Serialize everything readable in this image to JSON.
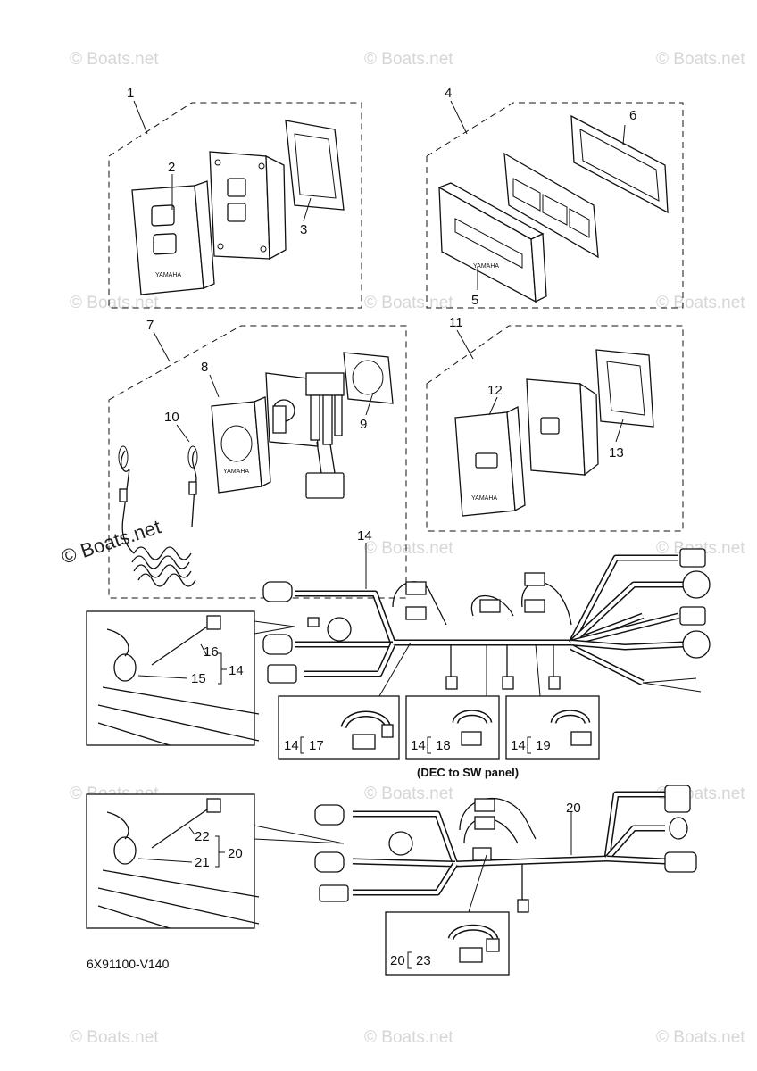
{
  "watermark": {
    "text": "© Boats.net"
  },
  "callouts": {
    "n1": "1",
    "n2": "2",
    "n3": "3",
    "n4": "4",
    "n5": "5",
    "n6": "6",
    "n7": "7",
    "n8": "8",
    "n9": "9",
    "n10": "10",
    "n11": "11",
    "n12": "12",
    "n13": "13",
    "n14": "14",
    "n15": "15",
    "n16": "16",
    "n20": "20",
    "n21": "21",
    "n22": "22"
  },
  "inset_labels": {
    "sub17": "14",
    "sub17b": "17",
    "sub18": "14",
    "sub18b": "18",
    "sub19": "14",
    "sub19b": "19",
    "sub23": "20",
    "sub23b": "23",
    "side14": "14",
    "side20": "20"
  },
  "caption": "(DEC to SW panel)",
  "drawing_code": "6X91100-V140",
  "logo_text": "YAMAHA"
}
